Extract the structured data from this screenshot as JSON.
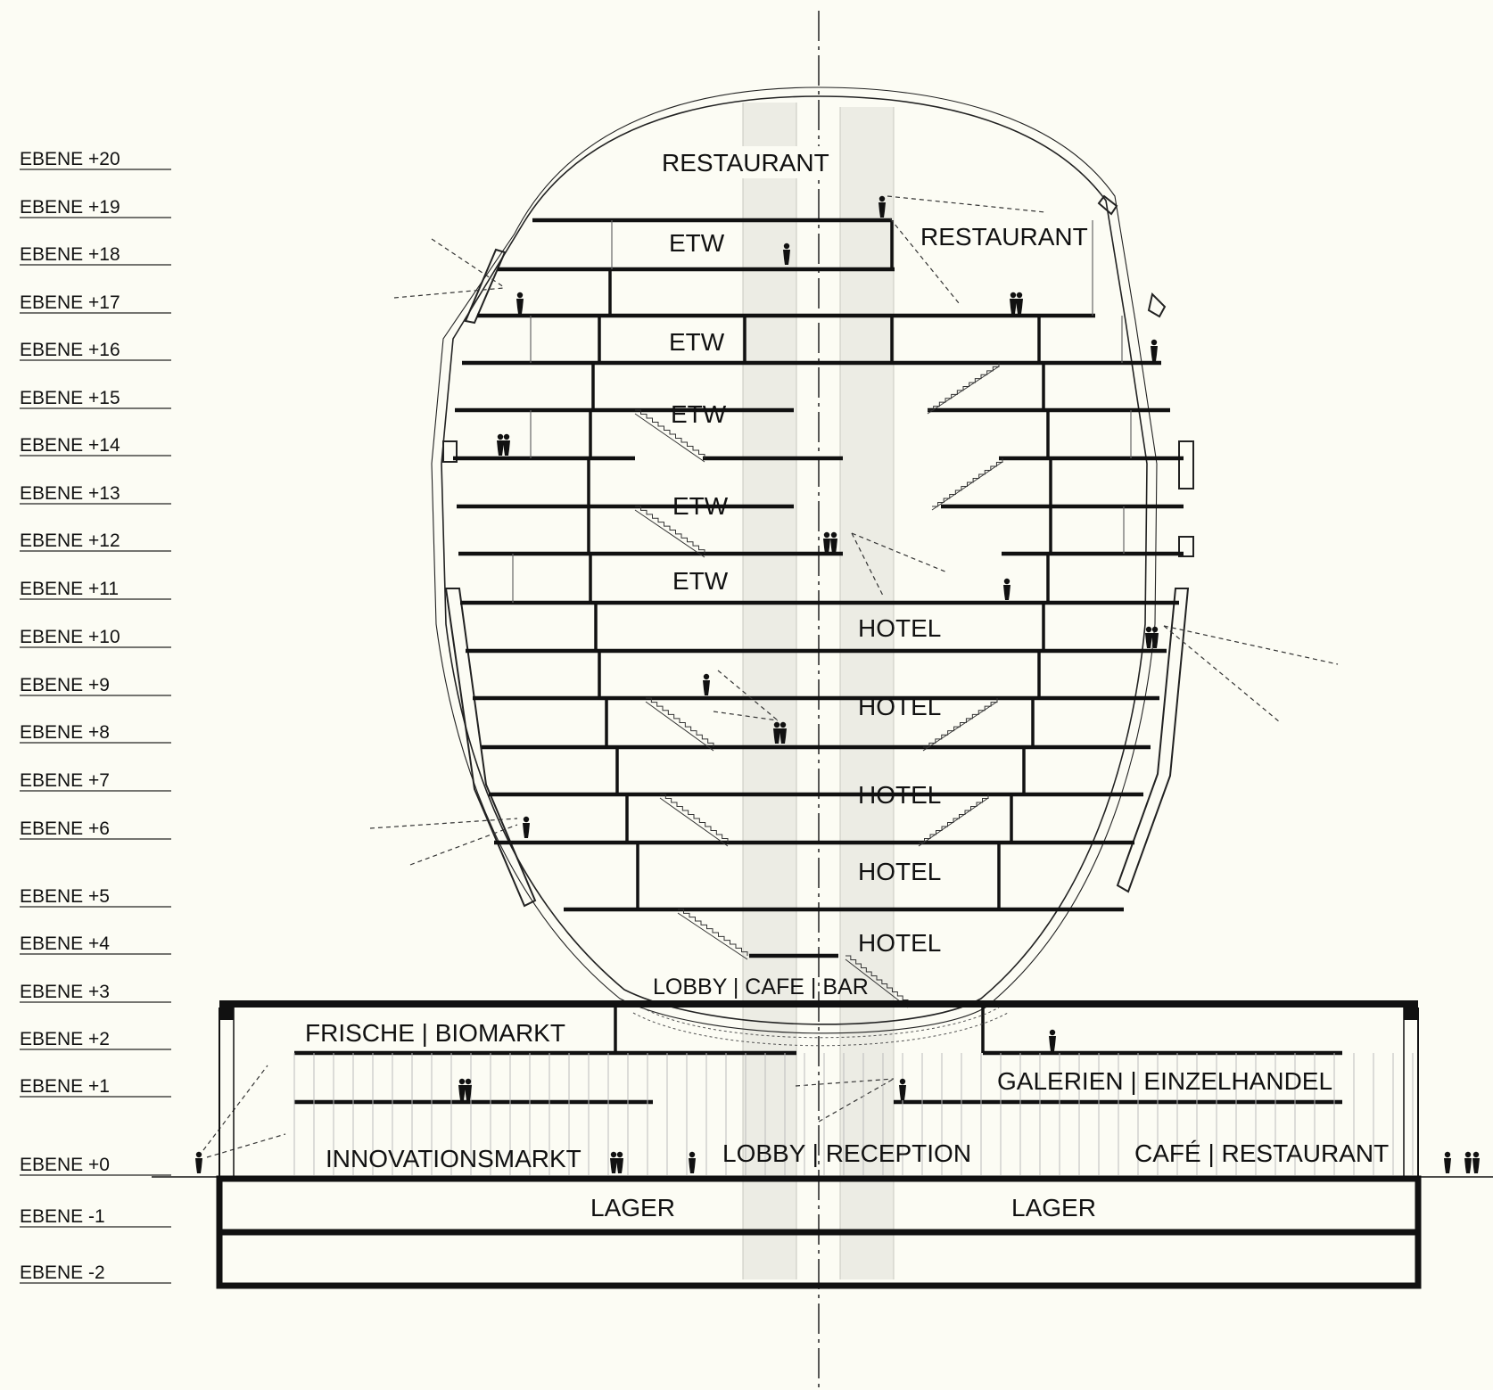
{
  "levels": [
    "EBENE +20",
    "EBENE +19",
    "EBENE +18",
    "EBENE +17",
    "EBENE +16",
    "EBENE +15",
    "EBENE +14",
    "EBENE +13",
    "EBENE +12",
    "EBENE +11",
    "EBENE +10",
    "EBENE +9",
    "EBENE +8",
    "EBENE +7",
    "EBENE +6",
    "EBENE +5",
    "EBENE +4",
    "EBENE +3",
    "EBENE +2",
    "EBENE +1",
    "EBENE +0",
    "EBENE -1",
    "EBENE -2"
  ],
  "rooms": {
    "restaurant_top": "RESTAURANT",
    "restaurant_right": "RESTAURANT",
    "etw": "ETW",
    "hotel": "HOTEL",
    "lobby_cafe_bar": "LOBBY | CAFE | BAR",
    "frische_biomarkt": "FRISCHE | BIOMARKT",
    "galerien": "GALERIEN | EINZELHANDEL",
    "innovationsmarkt": "INNOVATIONSMARKT",
    "lobby_reception": "LOBBY | RECEPTION",
    "cafe_restaurant": "CAFÉ | RESTAURANT",
    "lager": "LAGER"
  },
  "colors": {
    "background": "#fcfcf4",
    "ink": "#111111",
    "core_fill": "#ececE4"
  }
}
